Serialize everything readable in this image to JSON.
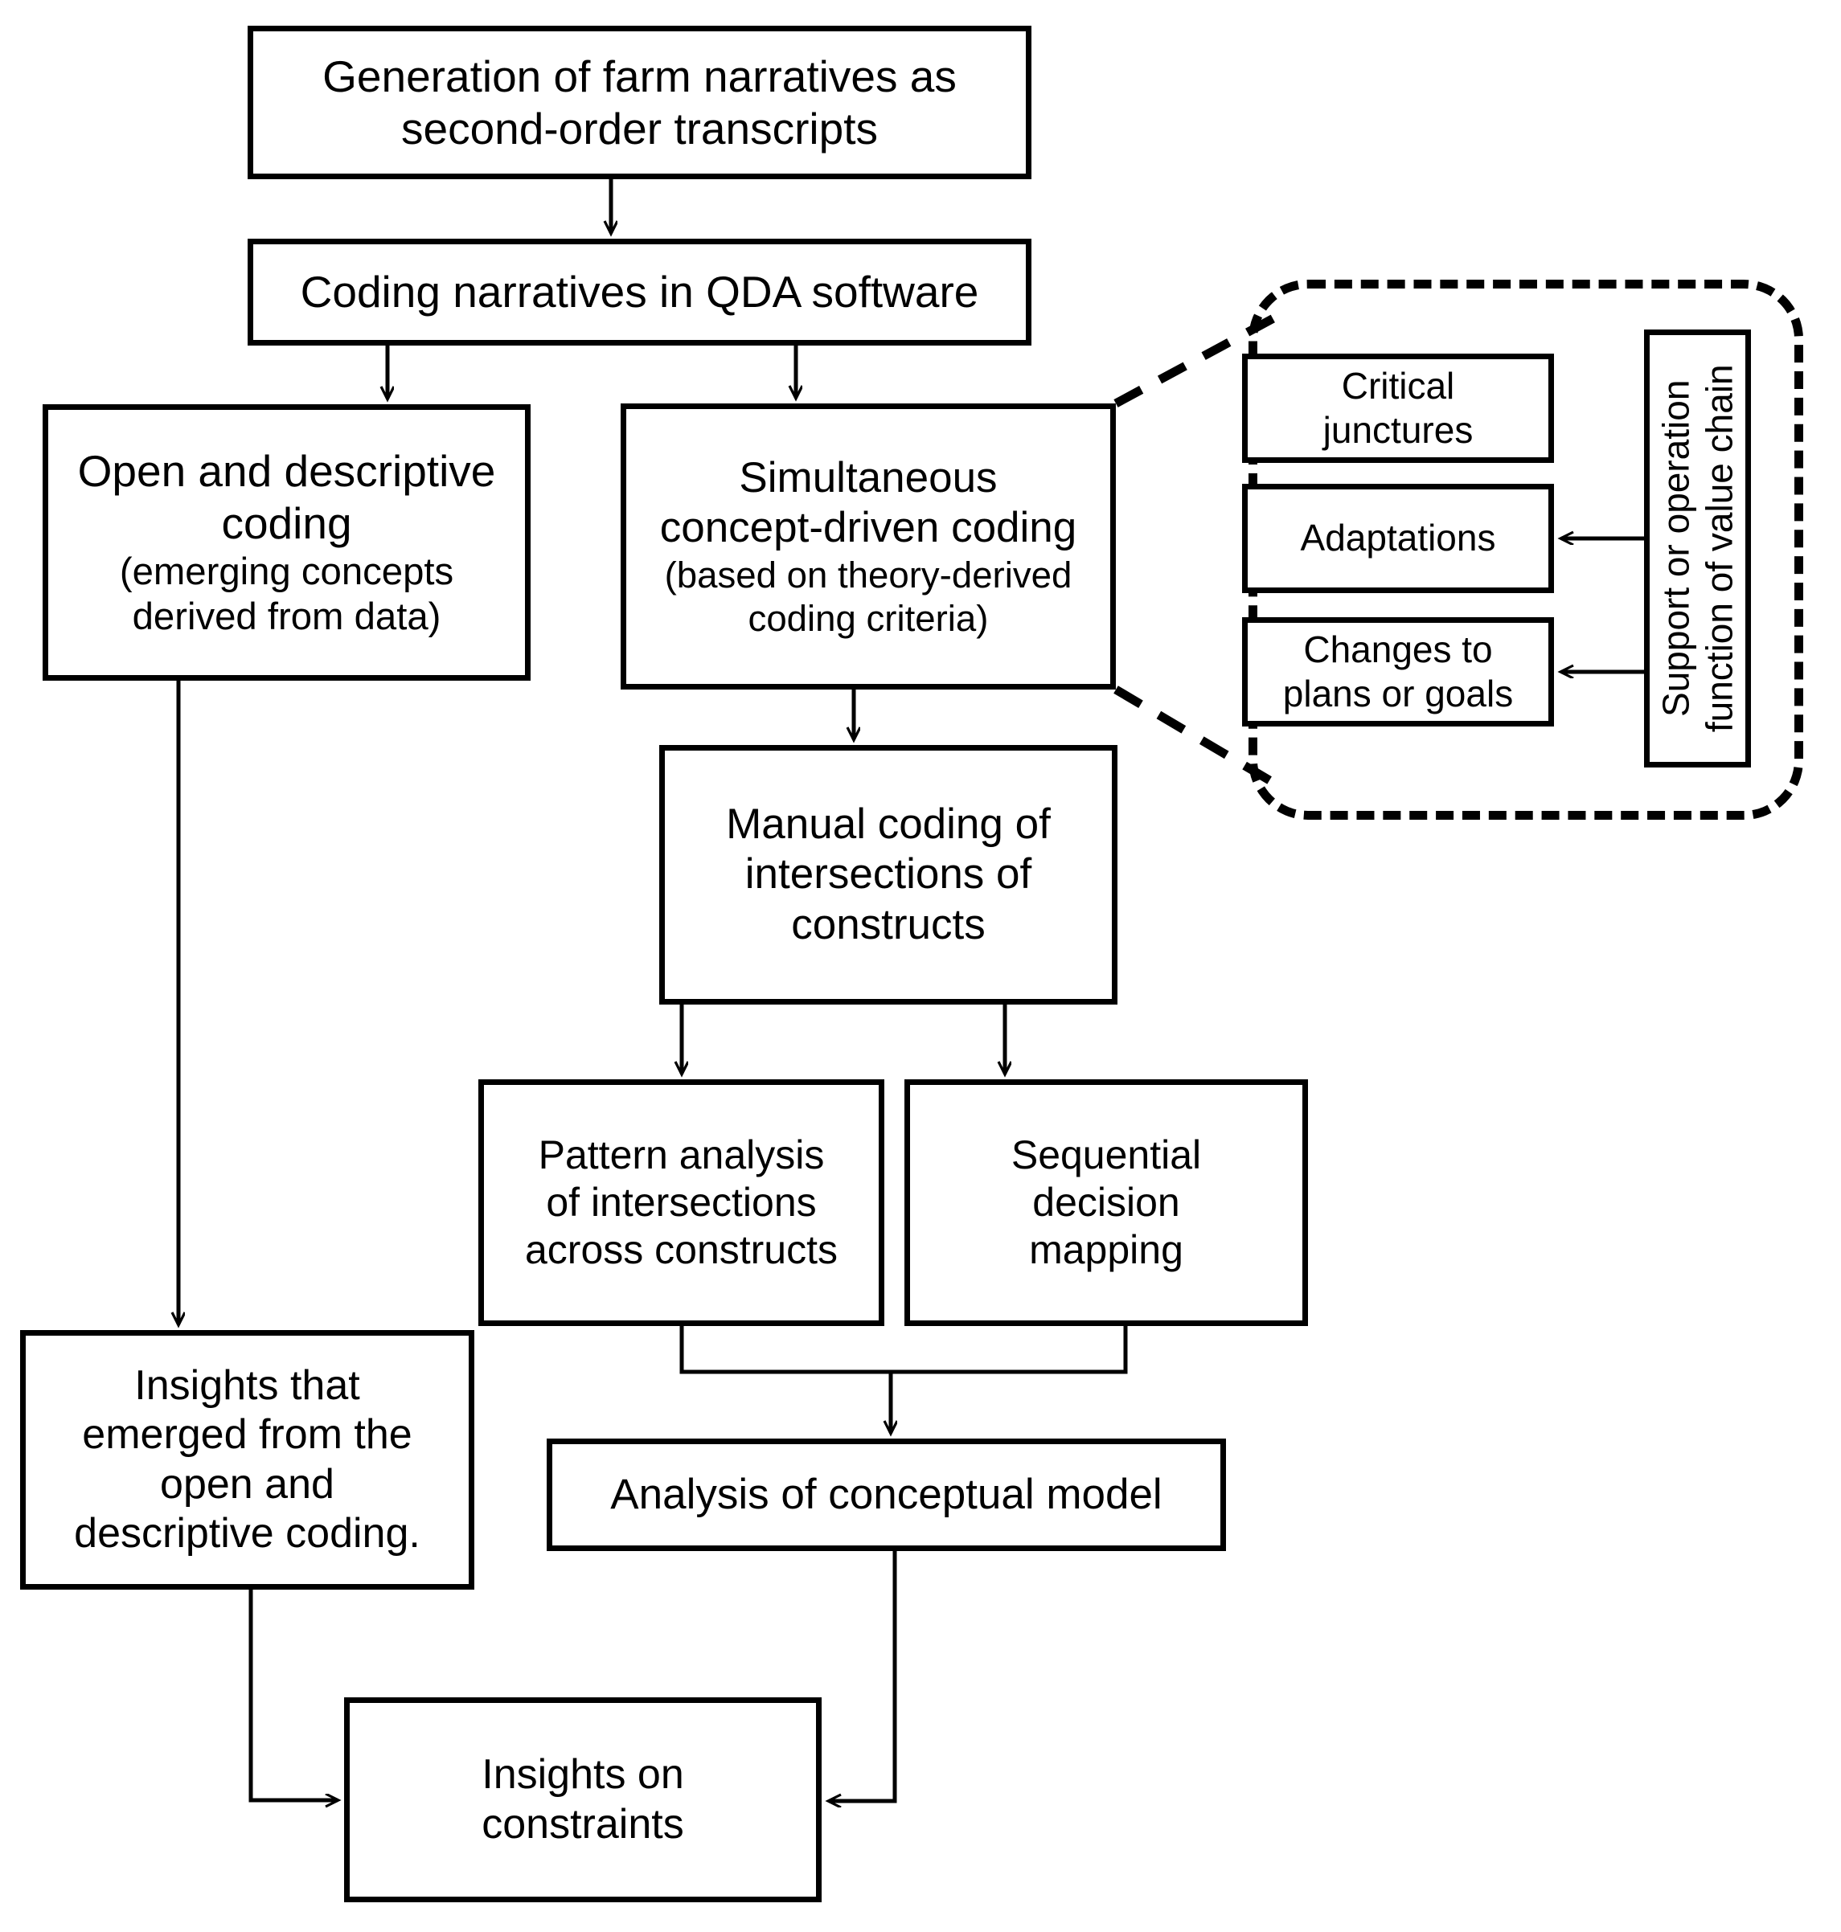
{
  "diagram": {
    "title": "Qualitative data analysis process flowchart",
    "line_color": "#000000",
    "background_color": "#ffffff"
  },
  "nodes": {
    "generation": {
      "line1": "Generation of farm narratives as",
      "line2": "second-order transcripts"
    },
    "qda": {
      "label": "Coding narratives in QDA software"
    },
    "open_coding": {
      "title_line1": "Open and descriptive",
      "title_line2": "coding",
      "sub_line1": "(emerging concepts",
      "sub_line2": "derived from data)"
    },
    "simultaneous": {
      "title_line1": "Simultaneous",
      "title_line2": "concept-driven coding",
      "sub_line1": "(based on theory-derived",
      "sub_line2": "coding criteria)"
    },
    "manual": {
      "line1": "Manual coding of",
      "line2": "intersections of",
      "line3": "constructs"
    },
    "pattern": {
      "line1": "Pattern analysis",
      "line2": "of intersections",
      "line3": "across constructs"
    },
    "sequential": {
      "line1": "Sequential",
      "line2": "decision",
      "line3": "mapping"
    },
    "emerged": {
      "line1": "Insights that",
      "line2": "emerged from  the",
      "line3": "open and",
      "line4": "descriptive coding."
    },
    "analysis": {
      "label": "Analysis of conceptual model"
    },
    "constraints": {
      "line1": "Insights on",
      "line2": "constraints"
    }
  },
  "callout": {
    "critical": {
      "line1": "Critical",
      "line2": "junctures"
    },
    "adaptations": {
      "label": "Adaptations"
    },
    "changes": {
      "line1": "Changes to",
      "line2": "plans or goals"
    },
    "support": {
      "line1": "Support or operation",
      "line2": "function of value chain"
    }
  },
  "edges": [
    {
      "name": "generation-to-qda",
      "from": "generation",
      "to": "qda",
      "style": "solid-arrow"
    },
    {
      "name": "qda-to-open-coding",
      "from": "qda",
      "to": "open_coding",
      "style": "solid-arrow"
    },
    {
      "name": "qda-to-simultaneous",
      "from": "qda",
      "to": "simultaneous",
      "style": "solid-arrow"
    },
    {
      "name": "simultaneous-to-manual",
      "from": "simultaneous",
      "to": "manual",
      "style": "solid-arrow"
    },
    {
      "name": "manual-to-pattern",
      "from": "manual",
      "to": "pattern",
      "style": "solid-arrow"
    },
    {
      "name": "manual-to-sequential",
      "from": "manual",
      "to": "sequential",
      "style": "solid-arrow"
    },
    {
      "name": "pattern-sequential-merge-to-analysis",
      "from": "pattern+sequential",
      "to": "analysis",
      "style": "solid-arrow"
    },
    {
      "name": "open-coding-to-emerged",
      "from": "open_coding",
      "to": "emerged",
      "style": "solid-arrow"
    },
    {
      "name": "emerged-to-constraints",
      "from": "emerged",
      "to": "constraints",
      "style": "solid-arrow"
    },
    {
      "name": "analysis-to-constraints",
      "from": "analysis",
      "to": "constraints",
      "style": "solid-arrow"
    },
    {
      "name": "support-to-adaptations",
      "from": "support",
      "to": "adaptations",
      "style": "solid-arrow"
    },
    {
      "name": "support-to-changes",
      "from": "support",
      "to": "changes",
      "style": "solid-arrow"
    },
    {
      "name": "simultaneous-to-callout",
      "from": "simultaneous",
      "to": "callout",
      "style": "dashed-leader"
    }
  ]
}
